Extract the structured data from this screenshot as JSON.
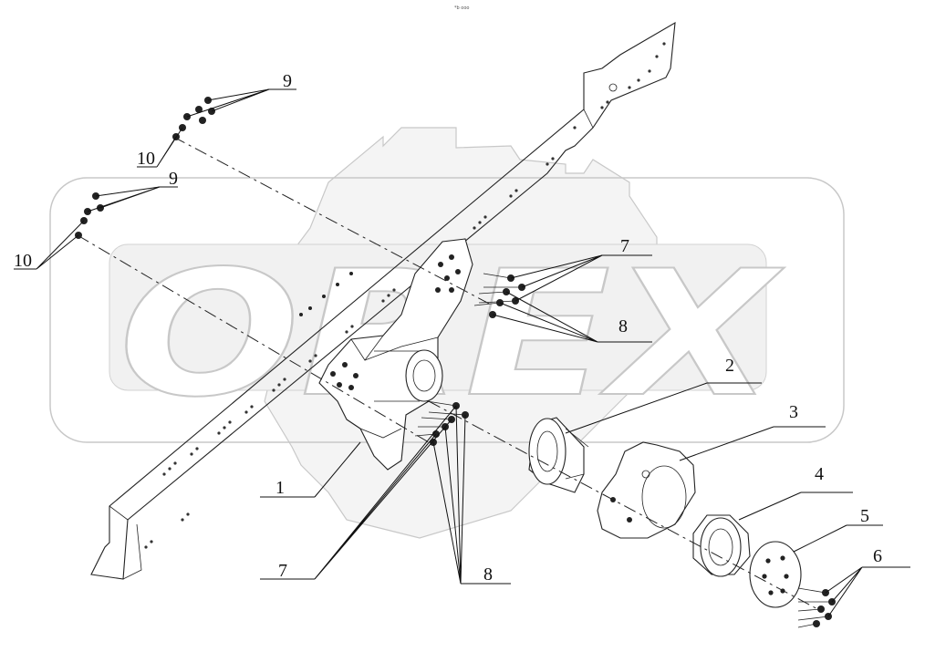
{
  "header_mark": "*b ooo",
  "watermark": {
    "text": "OREX"
  },
  "callouts": [
    {
      "id": "c1",
      "label": "1"
    },
    {
      "id": "c2",
      "label": "2"
    },
    {
      "id": "c3",
      "label": "3"
    },
    {
      "id": "c4",
      "label": "4"
    },
    {
      "id": "c5",
      "label": "5"
    },
    {
      "id": "c6",
      "label": "6"
    },
    {
      "id": "c7a",
      "label": "7"
    },
    {
      "id": "c7b",
      "label": "7"
    },
    {
      "id": "c8a",
      "label": "8"
    },
    {
      "id": "c8b",
      "label": "8"
    },
    {
      "id": "c9a",
      "label": "9"
    },
    {
      "id": "c9b",
      "label": "9"
    },
    {
      "id": "c10a",
      "label": "10"
    },
    {
      "id": "c10b",
      "label": "10"
    }
  ]
}
